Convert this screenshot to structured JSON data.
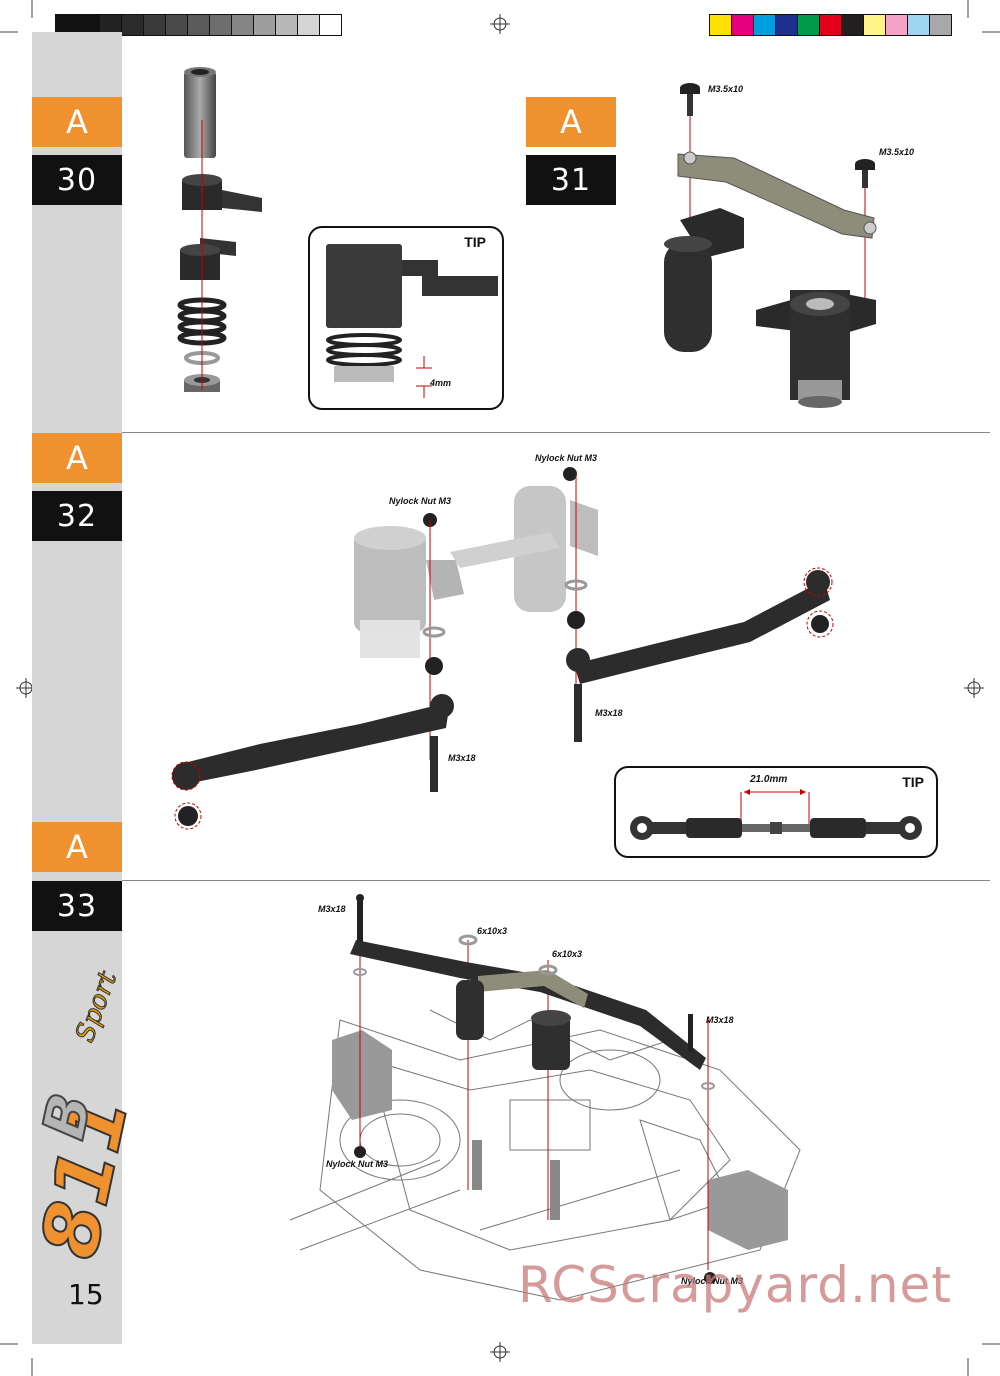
{
  "colors": {
    "accent": "#f0912f",
    "dark": "#111111",
    "sidebar": "#d6d6d6",
    "grayscale_bar": [
      "#111111",
      "#111111",
      "#222222",
      "#2b2b2b",
      "#3a3a3a",
      "#4a4a4a",
      "#5b5b5b",
      "#6e6e6e",
      "#858585",
      "#9e9e9e",
      "#b8b8b8",
      "#d4d4d4",
      "#ffffff"
    ],
    "color_bar": [
      "#ffe100",
      "#e6007e",
      "#00a0e0",
      "#1d2f8f",
      "#009a4a",
      "#e2001a",
      "#231f20",
      "#fff38a",
      "#f5a3c7",
      "#9fd5f0",
      "#a8a8a8"
    ]
  },
  "steps": [
    {
      "letter": "A",
      "number": "30"
    },
    {
      "letter": "A",
      "number": "31"
    },
    {
      "letter": "A",
      "number": "32"
    },
    {
      "letter": "A",
      "number": "33"
    }
  ],
  "step30": {
    "tip_title": "TIP",
    "tip_measure": "4mm"
  },
  "step31": {
    "screw_left": "M3.5x10",
    "screw_right": "M3.5x10"
  },
  "step32": {
    "nut_left": "Nylock Nut M3",
    "nut_right": "Nylock Nut M3",
    "screw_left": "M3x18",
    "screw_right": "M3x18",
    "tip_title": "TIP",
    "tip_measure": "21.0mm"
  },
  "step33": {
    "screw_top_left": "M3x18",
    "washer_left": "6x10x3",
    "washer_right": "6x10x3",
    "screw_right": "M3x18",
    "nut_left": "Nylock Nut M3",
    "nut_bottom_right": "Nylock Nut M3"
  },
  "logo": {
    "brand": "Sport",
    "icon": "b-sport-logo"
  },
  "page_number": "15",
  "watermark": "RCScrapyard.net"
}
